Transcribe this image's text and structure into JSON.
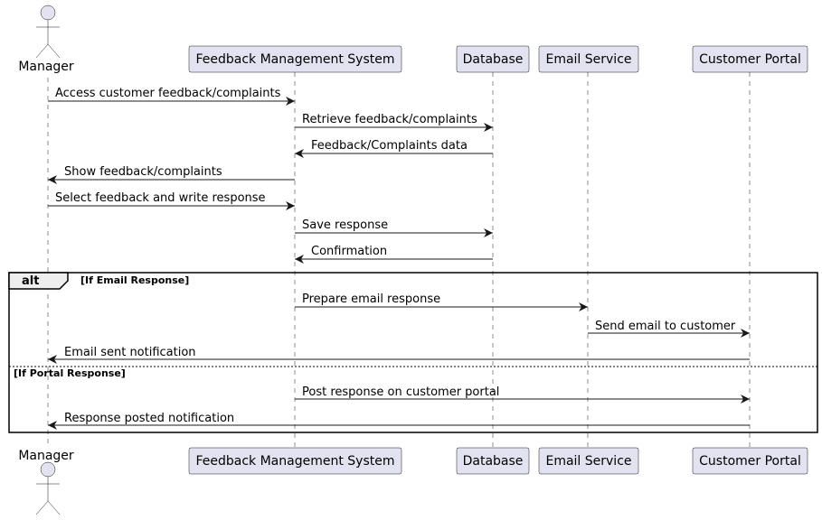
{
  "participants": {
    "manager": "Manager",
    "fms": "Feedback Management System",
    "db": "Database",
    "email": "Email Service",
    "portal": "Customer Portal"
  },
  "messages": [
    {
      "from": "manager",
      "to": "fms",
      "label": "Access customer feedback/complaints"
    },
    {
      "from": "fms",
      "to": "db",
      "label": "Retrieve feedback/complaints"
    },
    {
      "from": "db",
      "to": "fms",
      "label": "Feedback/Complaints data"
    },
    {
      "from": "fms",
      "to": "manager",
      "label": "Show feedback/complaints"
    },
    {
      "from": "manager",
      "to": "fms",
      "label": "Select feedback and write response"
    },
    {
      "from": "fms",
      "to": "db",
      "label": "Save response"
    },
    {
      "from": "db",
      "to": "fms",
      "label": "Confirmation"
    },
    {
      "from": "fms",
      "to": "email",
      "label": "Prepare email response"
    },
    {
      "from": "email",
      "to": "portal",
      "label": "Send email to customer"
    },
    {
      "from": "portal",
      "to": "manager",
      "label": "Email sent notification"
    },
    {
      "from": "fms",
      "to": "portal",
      "label": "Post response on customer portal"
    },
    {
      "from": "portal",
      "to": "manager",
      "label": "Response posted notification"
    }
  ],
  "alt_frame": {
    "keyword": "alt",
    "guard1": "[If Email Response]",
    "guard2": "[If Portal Response]"
  }
}
